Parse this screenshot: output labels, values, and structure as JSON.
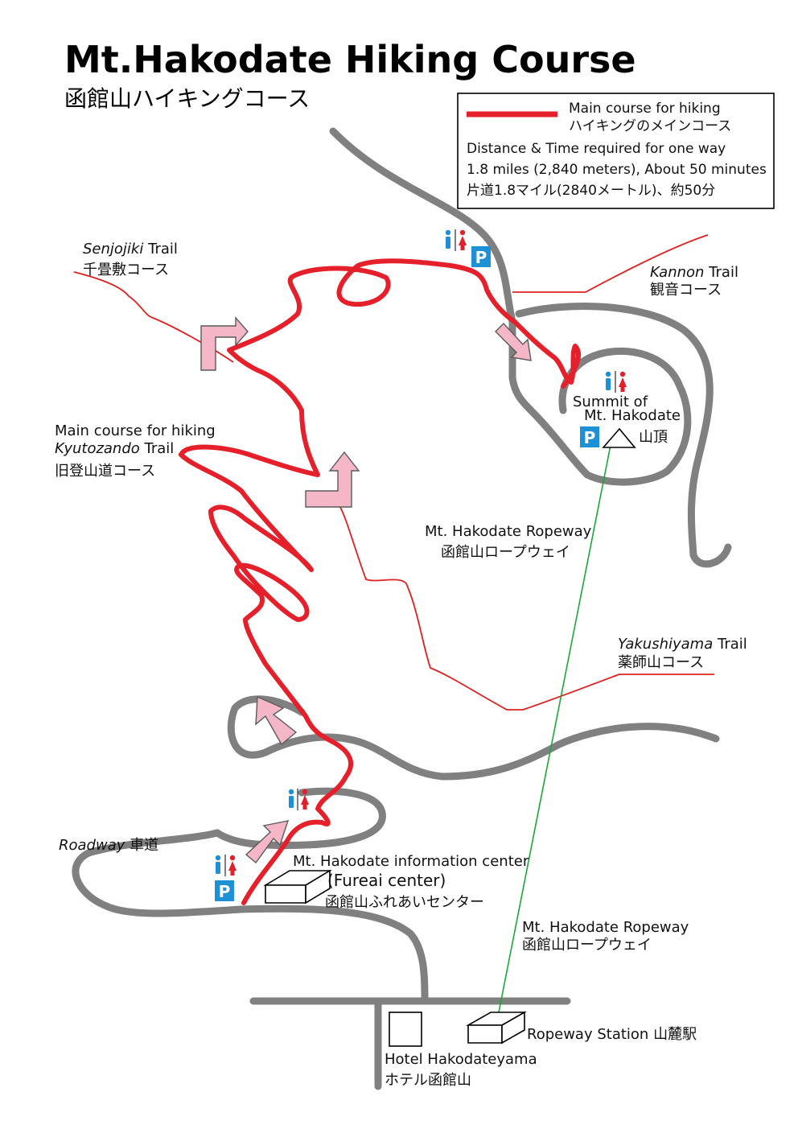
{
  "title": "Mt.Hakodate Hiking Course",
  "subtitle": "函館山ハイキングコース",
  "legend": {
    "main_en": "Main course for hiking",
    "main_ja": "ハイキングのメインコース",
    "distance_heading": "Distance & Time required for one way",
    "distance_en": "1.8 miles (2,840 meters),  About 50 minutes",
    "distance_ja": "片道1.8マイル(2840メートル)、約50分",
    "main_color": "#e6202a"
  },
  "trails": {
    "senjojiki_name": "Senjojiki",
    "senjojiki_suffix": "Trail",
    "senjojiki_ja": "千畳敷コース",
    "kannon_name": "Kannon",
    "kannon_suffix": "Trail",
    "kannon_ja": "観音コース",
    "kyutozando_main": "Main course for hiking",
    "kyutozando_name": "Kyutozando",
    "kyutozando_suffix": "Trail",
    "kyutozando_ja": "旧登山道コース",
    "yakushiyama_name": "Yakushiyama",
    "yakushiyama_suffix": "Trail",
    "yakushiyama_ja": "薬師山コース"
  },
  "summit": {
    "line1": "Summit of",
    "line2": "Mt. Hakodate",
    "ja": "山頂"
  },
  "ropeway_upper": {
    "en": "Mt. Hakodate Ropeway",
    "ja": "函館山ロープウェイ"
  },
  "ropeway_lower": {
    "en": "Mt. Hakodate Ropeway",
    "ja": "函館山ロープウェイ"
  },
  "roadway": {
    "en": "Roadway",
    "ja": "車道"
  },
  "info_center": {
    "line1": "Mt. Hakodate information center",
    "line2": "(Fureai center)",
    "ja": "函館山ふれあいセンター"
  },
  "ropeway_station": {
    "en": "Ropeway Station",
    "ja": "山麓駅"
  },
  "hotel": {
    "en": "Hotel Hakodateyama",
    "ja": "ホテル函館山"
  },
  "icons": {
    "parking": "P",
    "toilet": "toilet-icon",
    "male_color": "#1e90d6",
    "female_color": "#e0202a",
    "parking_color": "#1e90d6"
  }
}
